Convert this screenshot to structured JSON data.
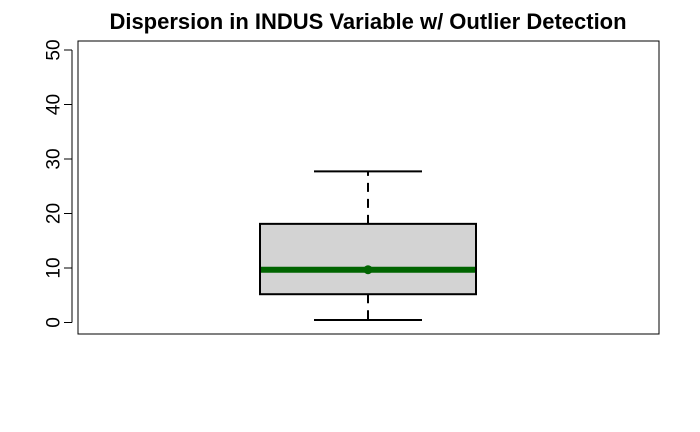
{
  "chart_data": {
    "type": "boxplot",
    "title": "Dispersion in INDUS Variable w/ Outlier Detection",
    "xlabel": "",
    "ylabel": "",
    "ylim": [
      0,
      50
    ],
    "yticks": [
      0,
      10,
      20,
      30,
      40,
      50
    ],
    "grid": false,
    "legend": "none",
    "box": {
      "whisker_low": 0.46,
      "q1": 5.19,
      "median": 9.69,
      "mean": 9.69,
      "q3": 18.1,
      "whisker_high": 27.74
    },
    "colors": {
      "box_fill": "#d3d3d3",
      "median_line": "#006400",
      "axis": "#000000"
    }
  }
}
